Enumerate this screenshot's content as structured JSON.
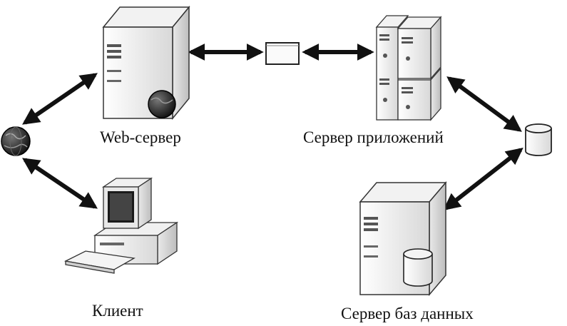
{
  "diagram": {
    "nodes": {
      "web_server": {
        "label": "Web-сервер",
        "icon": "web-server-icon"
      },
      "app_server": {
        "label": "Сервер приложений",
        "icon": "app-server-cluster-icon"
      },
      "client": {
        "label": "Клиент",
        "icon": "desktop-computer-icon"
      },
      "db_server": {
        "label": "Сервер баз данных",
        "icon": "database-server-icon"
      },
      "internet": {
        "icon": "globe-icon"
      },
      "middleware": {
        "icon": "message-box-icon"
      },
      "data_store": {
        "icon": "database-cylinder-icon"
      }
    },
    "connections": [
      {
        "from": "internet",
        "to": "web_server",
        "type": "bidirectional"
      },
      {
        "from": "internet",
        "to": "client",
        "type": "bidirectional"
      },
      {
        "from": "web_server",
        "to": "middleware",
        "type": "bidirectional"
      },
      {
        "from": "middleware",
        "to": "app_server",
        "type": "bidirectional"
      },
      {
        "from": "app_server",
        "to": "data_store",
        "type": "bidirectional"
      },
      {
        "from": "data_store",
        "to": "db_server",
        "type": "bidirectional"
      }
    ]
  }
}
